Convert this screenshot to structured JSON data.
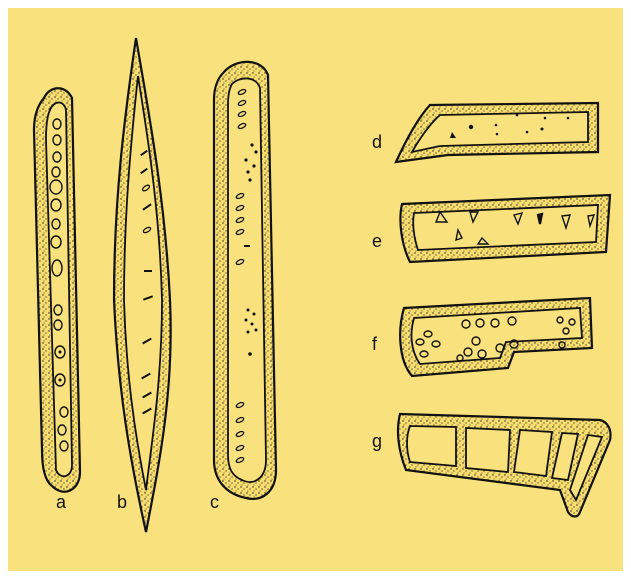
{
  "colors": {
    "background": "#f9e27d",
    "border": "#ffffff",
    "ink": "#111111",
    "wall": "#f6d96a"
  },
  "labels": {
    "a": "a",
    "b": "b",
    "c": "c",
    "d": "d",
    "e": "e",
    "f": "f",
    "g": "g"
  }
}
